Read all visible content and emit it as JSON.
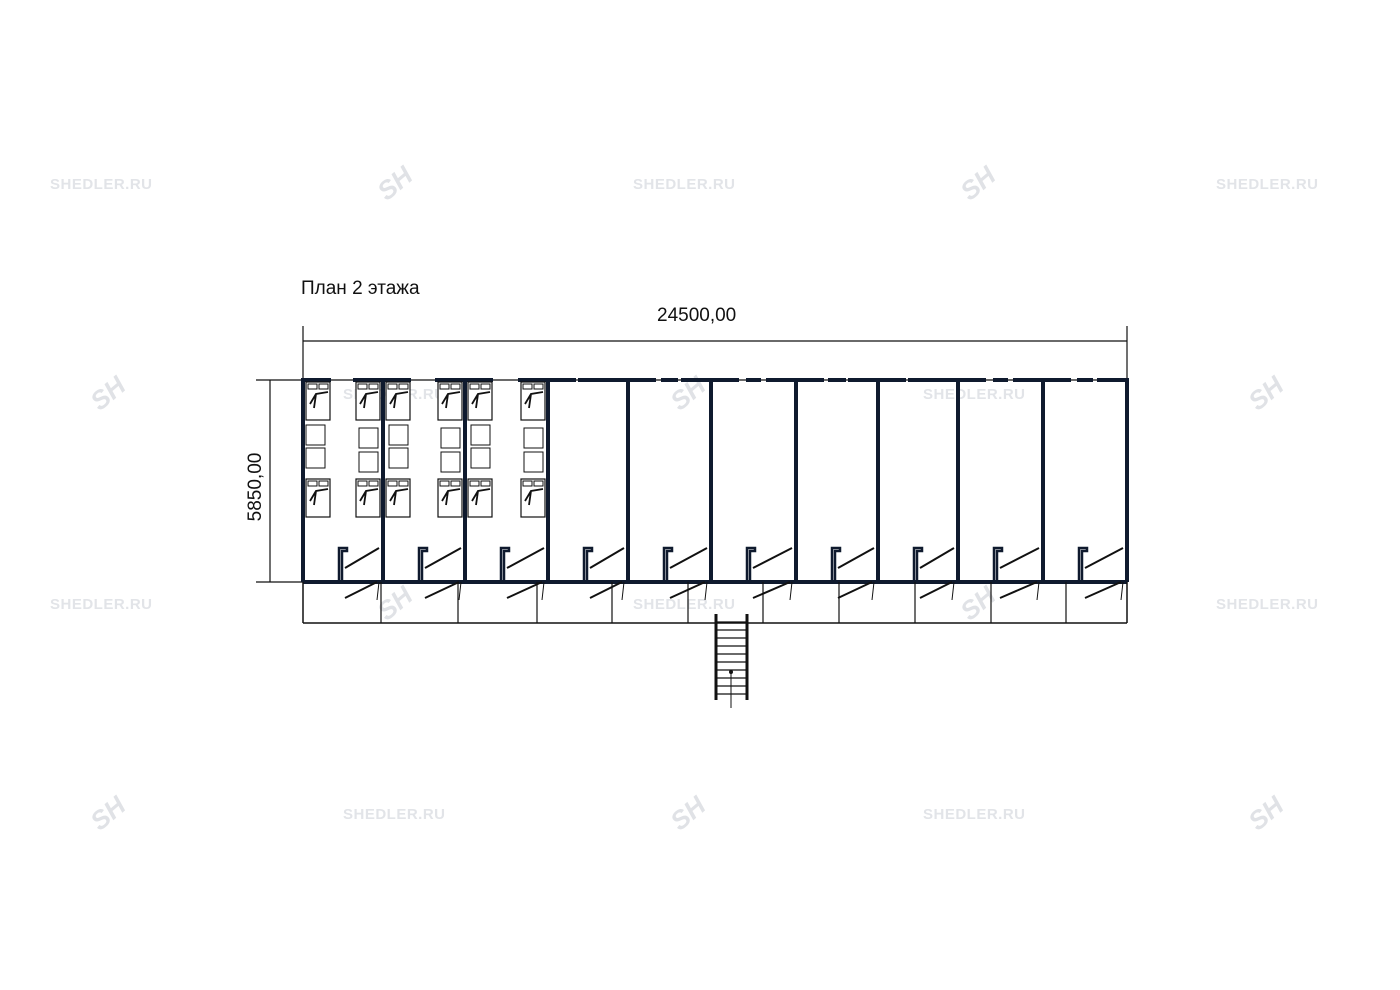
{
  "plan_title": "План 2 этажа",
  "dimensions": {
    "width": "24500,00",
    "depth": "5850,00"
  },
  "watermark": {
    "text": "SHEDLER.RU",
    "logo": "SH"
  },
  "rooms_count": 10,
  "furnished_rooms": 3,
  "colors": {
    "wall": "#0f1a2e",
    "line": "#111111",
    "watermark": "#e2e4e8"
  }
}
